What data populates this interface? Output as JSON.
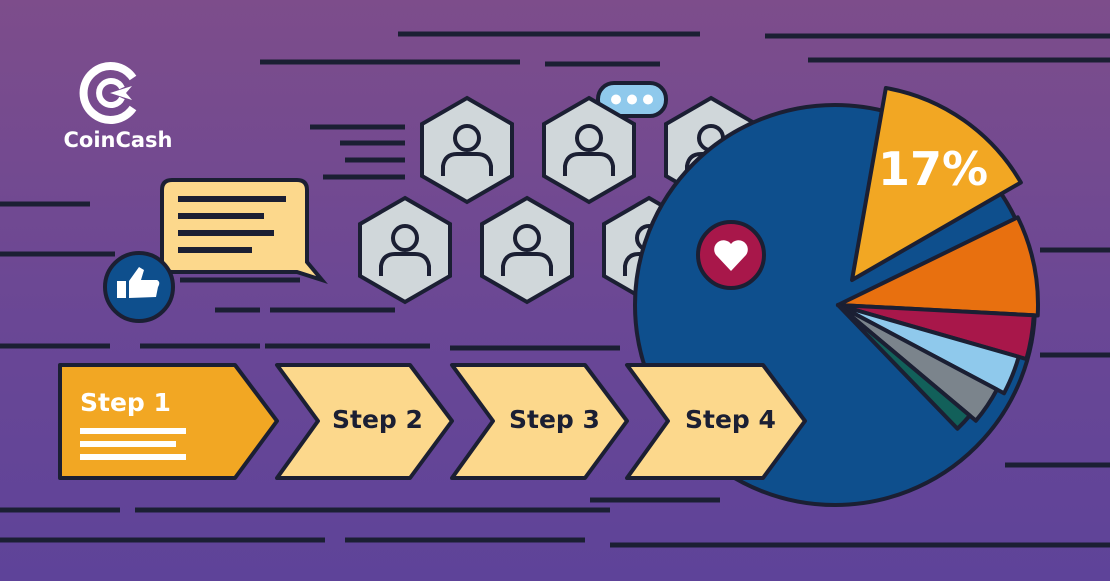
{
  "brand": {
    "name": "CoinCash"
  },
  "steps": [
    {
      "label": "Step 1"
    },
    {
      "label": "Step 2"
    },
    {
      "label": "Step 3"
    },
    {
      "label": "Step 4"
    }
  ],
  "pie": {
    "highlight_label": "17%",
    "colors": [
      "#f2a723",
      "#e8700f",
      "#a8174a",
      "#8fc9ec",
      "#7b848c",
      "#12605a",
      "#0e4f8d"
    ]
  },
  "colors": {
    "background_top": "#7d4d8b",
    "background_bottom": "#5e4399",
    "outline": "#1b1f33",
    "step_active": "#f2a723",
    "step_inactive": "#fcd88c",
    "avatar_fill": "#d0d7da",
    "heart_badge": "#a8174a",
    "like_badge": "#0e4f8d"
  },
  "icons": [
    "coincash-logo-icon",
    "thumbs-up-icon",
    "speech-bubble-icon",
    "chat-dots-icon",
    "user-avatar-icon",
    "heart-icon"
  ]
}
